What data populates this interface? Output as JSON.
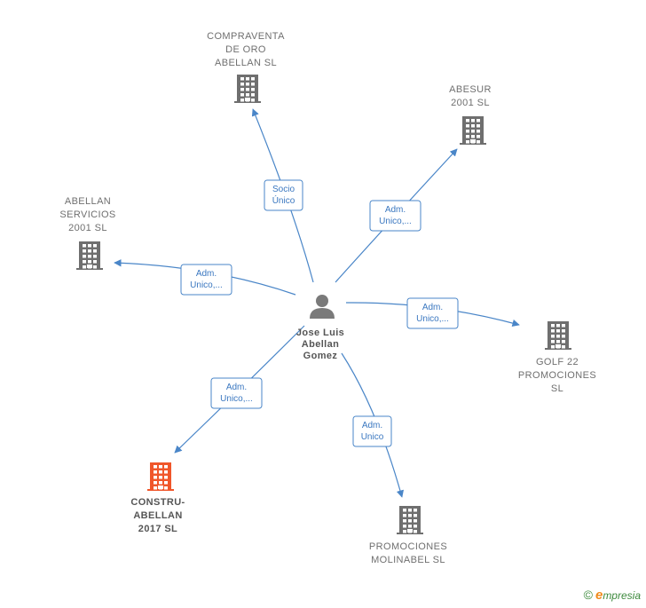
{
  "diagram": {
    "center": {
      "id": "person",
      "label": [
        "Jose Luis",
        "Abellan",
        "Gomez"
      ],
      "icon": "person-icon",
      "color": "#7a7a7a"
    },
    "companies": [
      {
        "id": "compraventa",
        "label": [
          "COMPRAVENTA",
          "DE ORO",
          "ABELLAN  SL"
        ],
        "icon": "building-icon",
        "color": "#6f6f6f"
      },
      {
        "id": "abesur",
        "label": [
          "ABESUR",
          "2001 SL"
        ],
        "icon": "building-icon",
        "color": "#6f6f6f"
      },
      {
        "id": "servicios",
        "label": [
          "ABELLAN",
          "SERVICIOS",
          "2001  SL"
        ],
        "icon": "building-icon",
        "color": "#6f6f6f"
      },
      {
        "id": "golf",
        "label": [
          "GOLF 22",
          "PROMOCIONES",
          "SL"
        ],
        "icon": "building-icon",
        "color": "#6f6f6f"
      },
      {
        "id": "constru",
        "label": [
          "CONSTRU-",
          "ABELLAN",
          "2017  SL"
        ],
        "icon": "building-icon",
        "color": "#f0562a"
      },
      {
        "id": "molinabel",
        "label": [
          "PROMOCIONES",
          "MOLINABEL  SL"
        ],
        "icon": "building-icon",
        "color": "#6f6f6f"
      }
    ],
    "edges": [
      {
        "to": "compraventa",
        "label": [
          "Socio",
          "Único"
        ]
      },
      {
        "to": "abesur",
        "label": [
          "Adm.",
          "Unico,..."
        ]
      },
      {
        "to": "servicios",
        "label": [
          "Adm.",
          "Unico,..."
        ]
      },
      {
        "to": "golf",
        "label": [
          "Adm.",
          "Unico,..."
        ]
      },
      {
        "to": "constru",
        "label": [
          "Adm.",
          "Unico,..."
        ]
      },
      {
        "to": "molinabel",
        "label": [
          "Adm.",
          "Unico"
        ]
      }
    ],
    "edge_color": "#4a86c8"
  },
  "footer": {
    "copyright": "©",
    "brand_first": "e",
    "brand_rest": "mpresia"
  }
}
